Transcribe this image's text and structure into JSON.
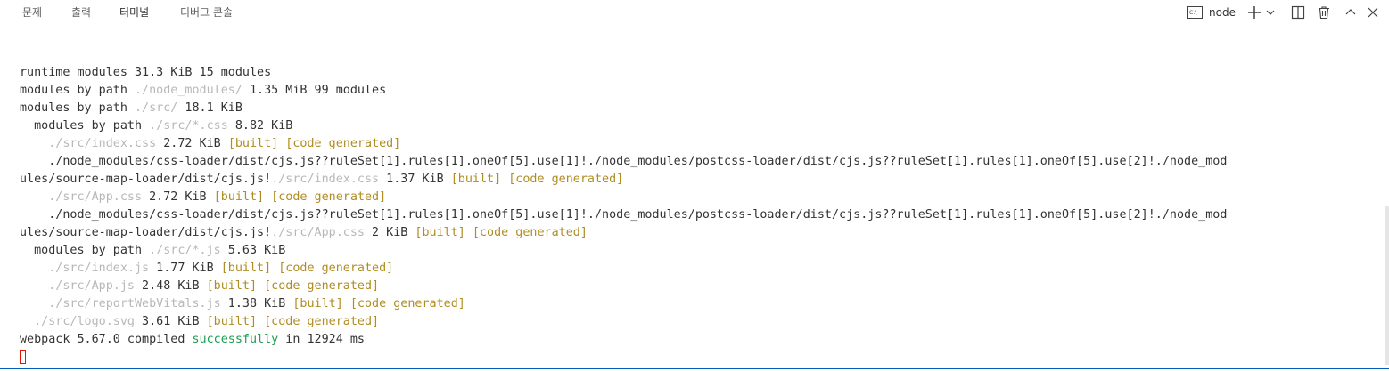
{
  "tabs": [
    {
      "label": "문제"
    },
    {
      "label": "출력"
    },
    {
      "label": "터미널"
    },
    {
      "label": "디버그 콘솔"
    }
  ],
  "active_tab": "터미널",
  "terminal": {
    "name": "node",
    "lines": [
      [
        {
          "t": "runtime modules 31.3 KiB 15 modules",
          "c": ""
        }
      ],
      [
        {
          "t": "modules by path ",
          "c": ""
        },
        {
          "t": "./node_modules/",
          "c": "dim"
        },
        {
          "t": " 1.35 MiB 99 modules",
          "c": ""
        }
      ],
      [
        {
          "t": "modules by path ",
          "c": ""
        },
        {
          "t": "./src/",
          "c": "dim"
        },
        {
          "t": " 18.1 KiB",
          "c": ""
        }
      ],
      [
        {
          "t": "  modules by path ",
          "c": ""
        },
        {
          "t": "./src/*.css",
          "c": "dim"
        },
        {
          "t": " 8.82 KiB",
          "c": ""
        }
      ],
      [
        {
          "t": "    ",
          "c": ""
        },
        {
          "t": "./src/index.css",
          "c": "dim"
        },
        {
          "t": " 2.72 KiB ",
          "c": ""
        },
        {
          "t": "[built] [code generated]",
          "c": "ok"
        }
      ],
      [
        {
          "t": "    ./node_modules/css-loader/dist/cjs.js??ruleSet[1].rules[1].oneOf[5].use[1]!./node_modules/postcss-loader/dist/cjs.js??ruleSet[1].rules[1].oneOf[5].use[2]!./node_mod",
          "c": ""
        }
      ],
      [
        {
          "t": "ules/source-map-loader/dist/cjs.js!",
          "c": ""
        },
        {
          "t": "./src/index.css",
          "c": "dim"
        },
        {
          "t": " 1.37 KiB ",
          "c": ""
        },
        {
          "t": "[built] [code generated]",
          "c": "ok"
        }
      ],
      [
        {
          "t": "    ",
          "c": ""
        },
        {
          "t": "./src/App.css",
          "c": "dim"
        },
        {
          "t": " 2.72 KiB ",
          "c": ""
        },
        {
          "t": "[built] [code generated]",
          "c": "ok"
        }
      ],
      [
        {
          "t": "    ./node_modules/css-loader/dist/cjs.js??ruleSet[1].rules[1].oneOf[5].use[1]!./node_modules/postcss-loader/dist/cjs.js??ruleSet[1].rules[1].oneOf[5].use[2]!./node_mod",
          "c": ""
        }
      ],
      [
        {
          "t": "ules/source-map-loader/dist/cjs.js!",
          "c": ""
        },
        {
          "t": "./src/App.css",
          "c": "dim"
        },
        {
          "t": " 2 KiB ",
          "c": ""
        },
        {
          "t": "[built] [code generated]",
          "c": "ok"
        }
      ],
      [
        {
          "t": "  modules by path ",
          "c": ""
        },
        {
          "t": "./src/*.js",
          "c": "dim"
        },
        {
          "t": " 5.63 KiB",
          "c": ""
        }
      ],
      [
        {
          "t": "    ",
          "c": ""
        },
        {
          "t": "./src/index.js",
          "c": "dim"
        },
        {
          "t": " 1.77 KiB ",
          "c": ""
        },
        {
          "t": "[built] [code generated]",
          "c": "ok"
        }
      ],
      [
        {
          "t": "    ",
          "c": ""
        },
        {
          "t": "./src/App.js",
          "c": "dim"
        },
        {
          "t": " 2.48 KiB ",
          "c": ""
        },
        {
          "t": "[built] [code generated]",
          "c": "ok"
        }
      ],
      [
        {
          "t": "    ",
          "c": ""
        },
        {
          "t": "./src/reportWebVitals.js",
          "c": "dim"
        },
        {
          "t": " 1.38 KiB ",
          "c": ""
        },
        {
          "t": "[built] [code generated]",
          "c": "ok"
        }
      ],
      [
        {
          "t": "  ",
          "c": ""
        },
        {
          "t": "./src/logo.svg",
          "c": "dim"
        },
        {
          "t": " 3.61 KiB ",
          "c": ""
        },
        {
          "t": "[built] [code generated]",
          "c": "ok"
        }
      ],
      [
        {
          "t": "webpack 5.67.0 compiled ",
          "c": ""
        },
        {
          "t": "successfully",
          "c": "success"
        },
        {
          "t": " in 12924 ms",
          "c": ""
        }
      ]
    ]
  },
  "colors": {
    "accent": "#005fb8",
    "dim_path": "#b8b8b8",
    "built_tag": "#b08d22",
    "success": "#1f9d55",
    "cursor": "#e51400"
  },
  "icons": {
    "terminal_type": "terminal-node-icon",
    "new_terminal": "plus-icon",
    "launch_profile": "chevron-down-icon",
    "split": "split-terminal-icon",
    "kill": "trash-icon",
    "maximize": "chevron-up-icon",
    "close": "close-icon"
  }
}
